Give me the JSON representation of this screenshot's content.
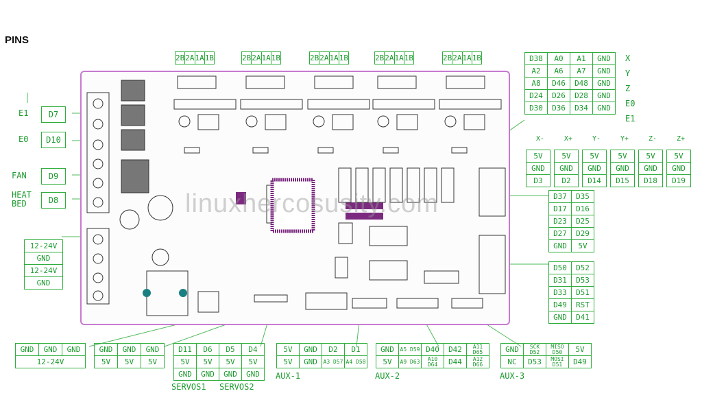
{
  "title": "PINS",
  "watermark": "linuxhercosusity.com",
  "motor_headers": [
    {
      "cells": [
        "2B",
        "2A",
        "1A",
        "1B"
      ]
    },
    {
      "cells": [
        "2B",
        "2A",
        "1A",
        "1B"
      ]
    },
    {
      "cells": [
        "2B",
        "2A",
        "1A",
        "1B"
      ]
    },
    {
      "cells": [
        "2B",
        "2A",
        "1A",
        "1B"
      ]
    },
    {
      "cells": [
        "2B",
        "2A",
        "1A",
        "1B"
      ]
    }
  ],
  "stepper_pins": [
    {
      "cells": [
        "D38",
        "A0",
        "A1",
        "GND"
      ],
      "axis": "X"
    },
    {
      "cells": [
        "A2",
        "A6",
        "A7",
        "GND"
      ],
      "axis": "Y"
    },
    {
      "cells": [
        "A8",
        "D46",
        "D48",
        "GND"
      ],
      "axis": "Z"
    },
    {
      "cells": [
        "D24",
        "D26",
        "D28",
        "GND"
      ],
      "axis": "E0"
    },
    {
      "cells": [
        "D30",
        "D36",
        "D34",
        "GND"
      ],
      "axis": "E1"
    }
  ],
  "endstops": {
    "heads": [
      "X-",
      "X+",
      "Y-",
      "Y+",
      "Z-",
      "Z+"
    ],
    "rows": [
      [
        "5V",
        "5V",
        "5V",
        "5V",
        "5V",
        "5V"
      ],
      [
        "GND",
        "GND",
        "GND",
        "GND",
        "GND",
        "GND"
      ],
      [
        "D3",
        "D2",
        "D14",
        "D15",
        "D18",
        "D19"
      ]
    ]
  },
  "left_outputs": [
    {
      "label": "E1",
      "pin": "D7"
    },
    {
      "label": "E0",
      "pin": "D10"
    },
    {
      "label": "FAN",
      "pin": "D9"
    },
    {
      "label": "HEAT BED",
      "pin": "D8"
    }
  ],
  "power_in": [
    "12-24V",
    "GND",
    "12-24V",
    "GND"
  ],
  "exp1": [
    [
      "D37",
      "D35"
    ],
    [
      "D17",
      "D16"
    ],
    [
      "D23",
      "D25"
    ],
    [
      "D27",
      "D29"
    ],
    [
      "GND",
      "5V"
    ]
  ],
  "exp2": [
    [
      "D50",
      "D52"
    ],
    [
      "D31",
      "D53"
    ],
    [
      "D33",
      "D51"
    ],
    [
      "D49",
      "RST"
    ],
    [
      "GND",
      "D41"
    ]
  ],
  "bottom": {
    "power_out": {
      "row": [
        "GND",
        "GND",
        "GND"
      ],
      "label": "12-24V"
    },
    "servo_power": {
      "row1": [
        "GND",
        "GND",
        "GND"
      ],
      "row2": [
        "5V",
        "5V",
        "5V"
      ]
    },
    "servos": {
      "row1": [
        "D11",
        "D6",
        "D5",
        "D4"
      ],
      "row2": [
        "5V",
        "5V",
        "5V",
        "5V"
      ],
      "row3": [
        "GND",
        "GND",
        "GND",
        "GND"
      ],
      "labels": [
        "SERVOS1",
        "SERVOS2"
      ]
    },
    "aux1": {
      "row1": [
        "5V",
        "GND",
        "D2",
        "D1"
      ],
      "row2": [
        "5V",
        "GND",
        "A3 D57",
        "A4 D58"
      ],
      "label": "AUX-1"
    },
    "aux2": {
      "row1": [
        "GND",
        "A5 D59",
        "D40",
        "D42",
        "A11 D65"
      ],
      "row2": [
        "5V",
        "A9 D63",
        "A10 D64",
        "D44",
        "A12 D66"
      ],
      "label": "AUX-2"
    },
    "aux3": {
      "row1": [
        "GND",
        "SCK D52",
        "MISO D50",
        "5V"
      ],
      "row2": [
        "NC",
        "D53",
        "MOSI D51",
        "D49"
      ],
      "label": "AUX-3"
    }
  },
  "colors": {
    "line": "#2fae3c",
    "text": "#1a9a2c",
    "board": "#c77ad0",
    "chip": "#7b2a7f"
  }
}
